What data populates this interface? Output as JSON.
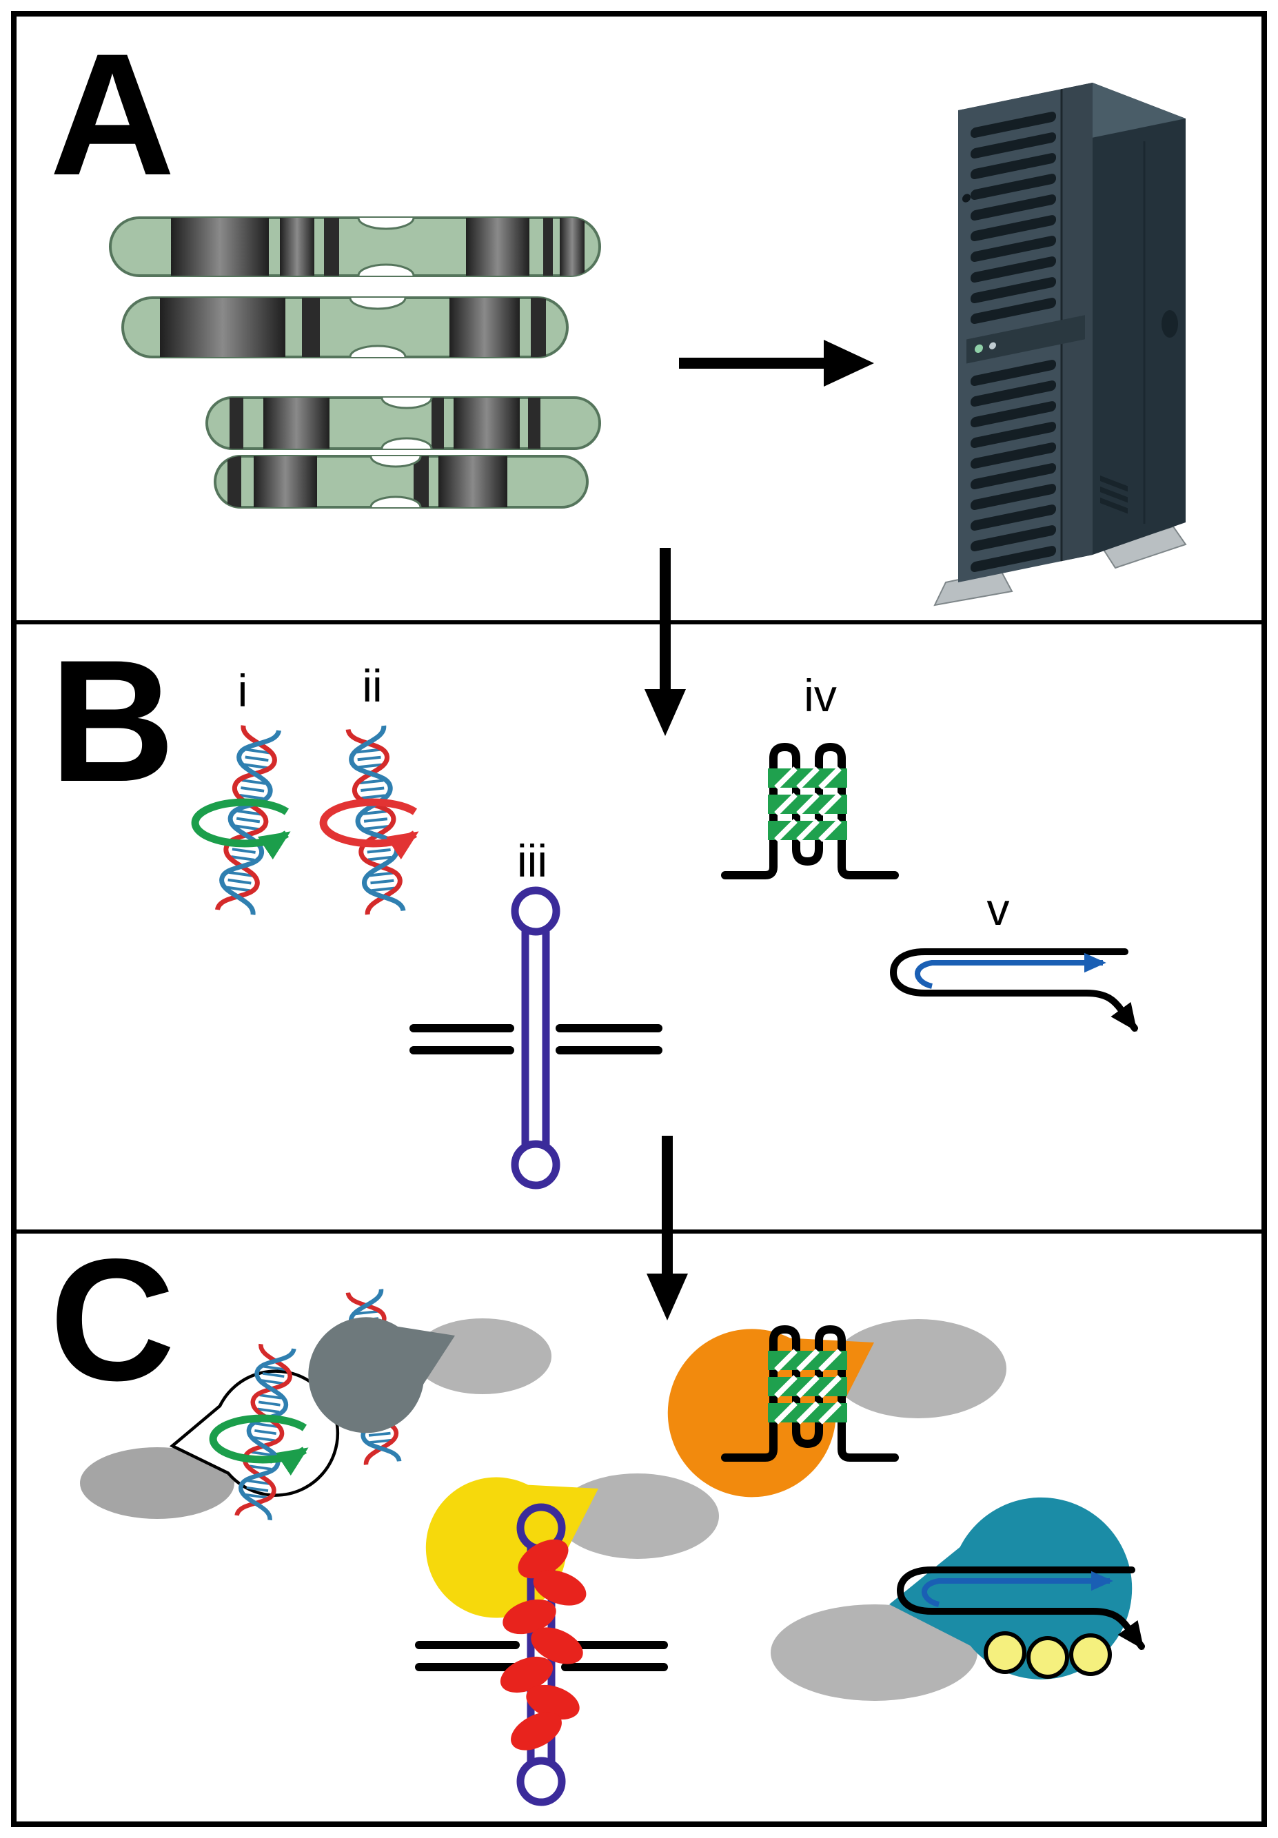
{
  "figure": {
    "panels": {
      "a": "A",
      "b": "B",
      "c": "C"
    },
    "labels": {
      "i": "i",
      "ii": "ii",
      "iii": "iii",
      "iv": "iv",
      "v": "v"
    },
    "colors": {
      "chromosome_green": "#a6c3a7",
      "chromosome_outline": "#55755c",
      "band_dark": "#2b2b2b",
      "dna_red": "#d42a2a",
      "dna_blue": "#2f7fb0",
      "supercoil_green": "#1b9e4b",
      "supercoil_red": "#e23333",
      "cruciform_purple": "#3b2b9a",
      "quadruplex_green": "#1fa14e",
      "rna_blue": "#1a5fb4",
      "protein_white": "#ffffff",
      "protein_gray": "#6e797c",
      "protein_yellow": "#f6d90c",
      "protein_orange": "#f28a0d",
      "protein_teal": "#1b8ca6",
      "recombinase_red": "#e8231d",
      "ribosome_yellow": "#f5f07e",
      "tower_front": "#3f4f5a",
      "tower_side": "#24323b",
      "arrow_black": "#000000"
    }
  }
}
